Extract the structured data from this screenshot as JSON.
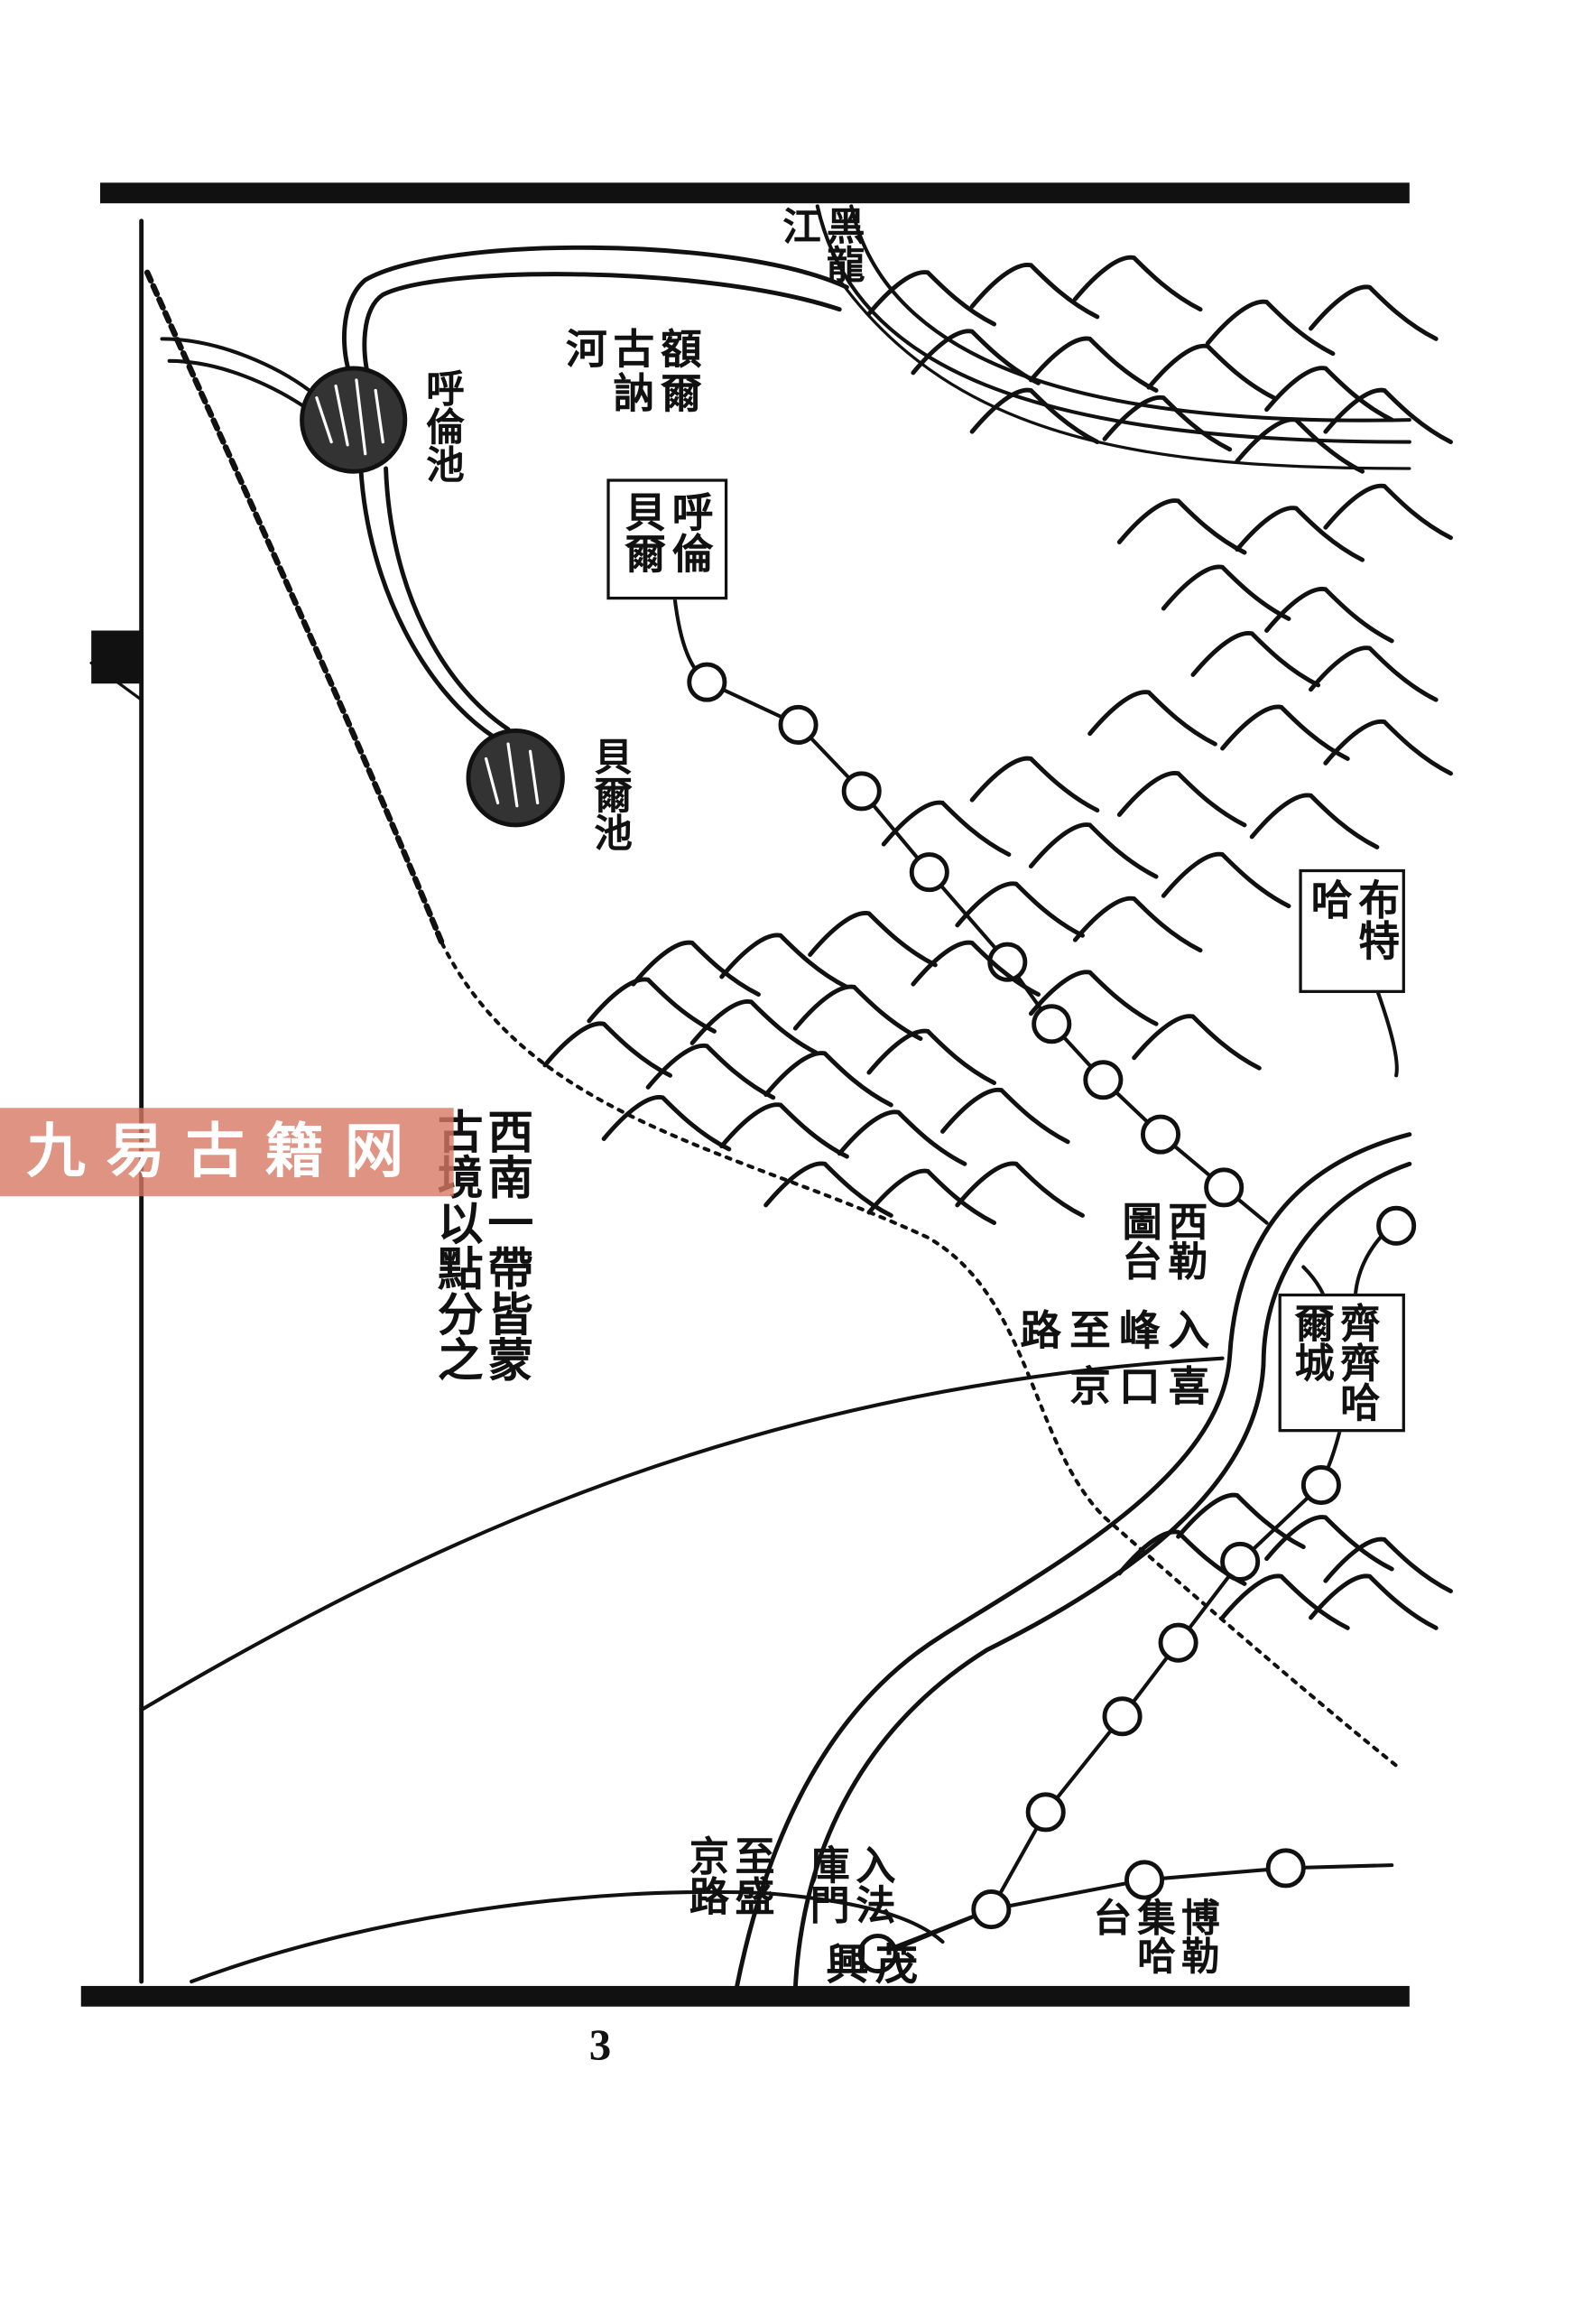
{
  "map": {
    "labels": {
      "heilong_river": "黑龍江",
      "ergun_river": "額爾古訥河",
      "hulun_lake": "呼倫池",
      "hulunbuir": "呼倫貝爾",
      "buir_lake": "貝爾池",
      "butha": "布特哈",
      "xiletu_station": "西勒圖台",
      "xifengkou_road": "入喜峰口至京路",
      "qiqihar_city": "齊齊哈爾城",
      "mongol_note": "西南一帶皆蒙古境以點分之",
      "faku_gate_road_right": "入法庫門",
      "faku_gate_road_left": "至盛京路",
      "maoxing": "茂興",
      "bolejiha_station": "博勒集哈台"
    },
    "page_number": "3",
    "watermark": "九易古籍网",
    "colors": {
      "ink": "#111111",
      "paper": "#ffffff",
      "watermark": "#d67864"
    }
  }
}
